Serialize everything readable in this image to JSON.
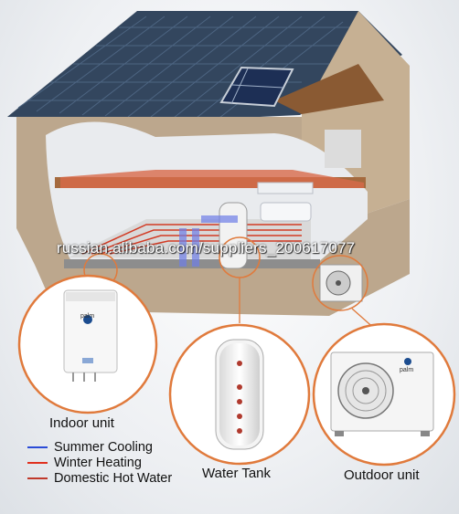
{
  "watermark": "russian.alibaba.com/suppliers_200617077",
  "labels": {
    "indoor": "Indoor unit",
    "tank": "Water Tank",
    "outdoor": "Outdoor unit"
  },
  "brand": "palm",
  "legend": [
    {
      "label": "Summer Cooling",
      "color": "#2a4bd7"
    },
    {
      "label": "Winter Heating",
      "color": "#e0301e"
    },
    {
      "label": "Domestic Hot Water",
      "color": "#c0392b"
    }
  ],
  "colors": {
    "circle_ring": "#e07a3c",
    "roof": "#33465e",
    "wall": "#bca78d"
  }
}
